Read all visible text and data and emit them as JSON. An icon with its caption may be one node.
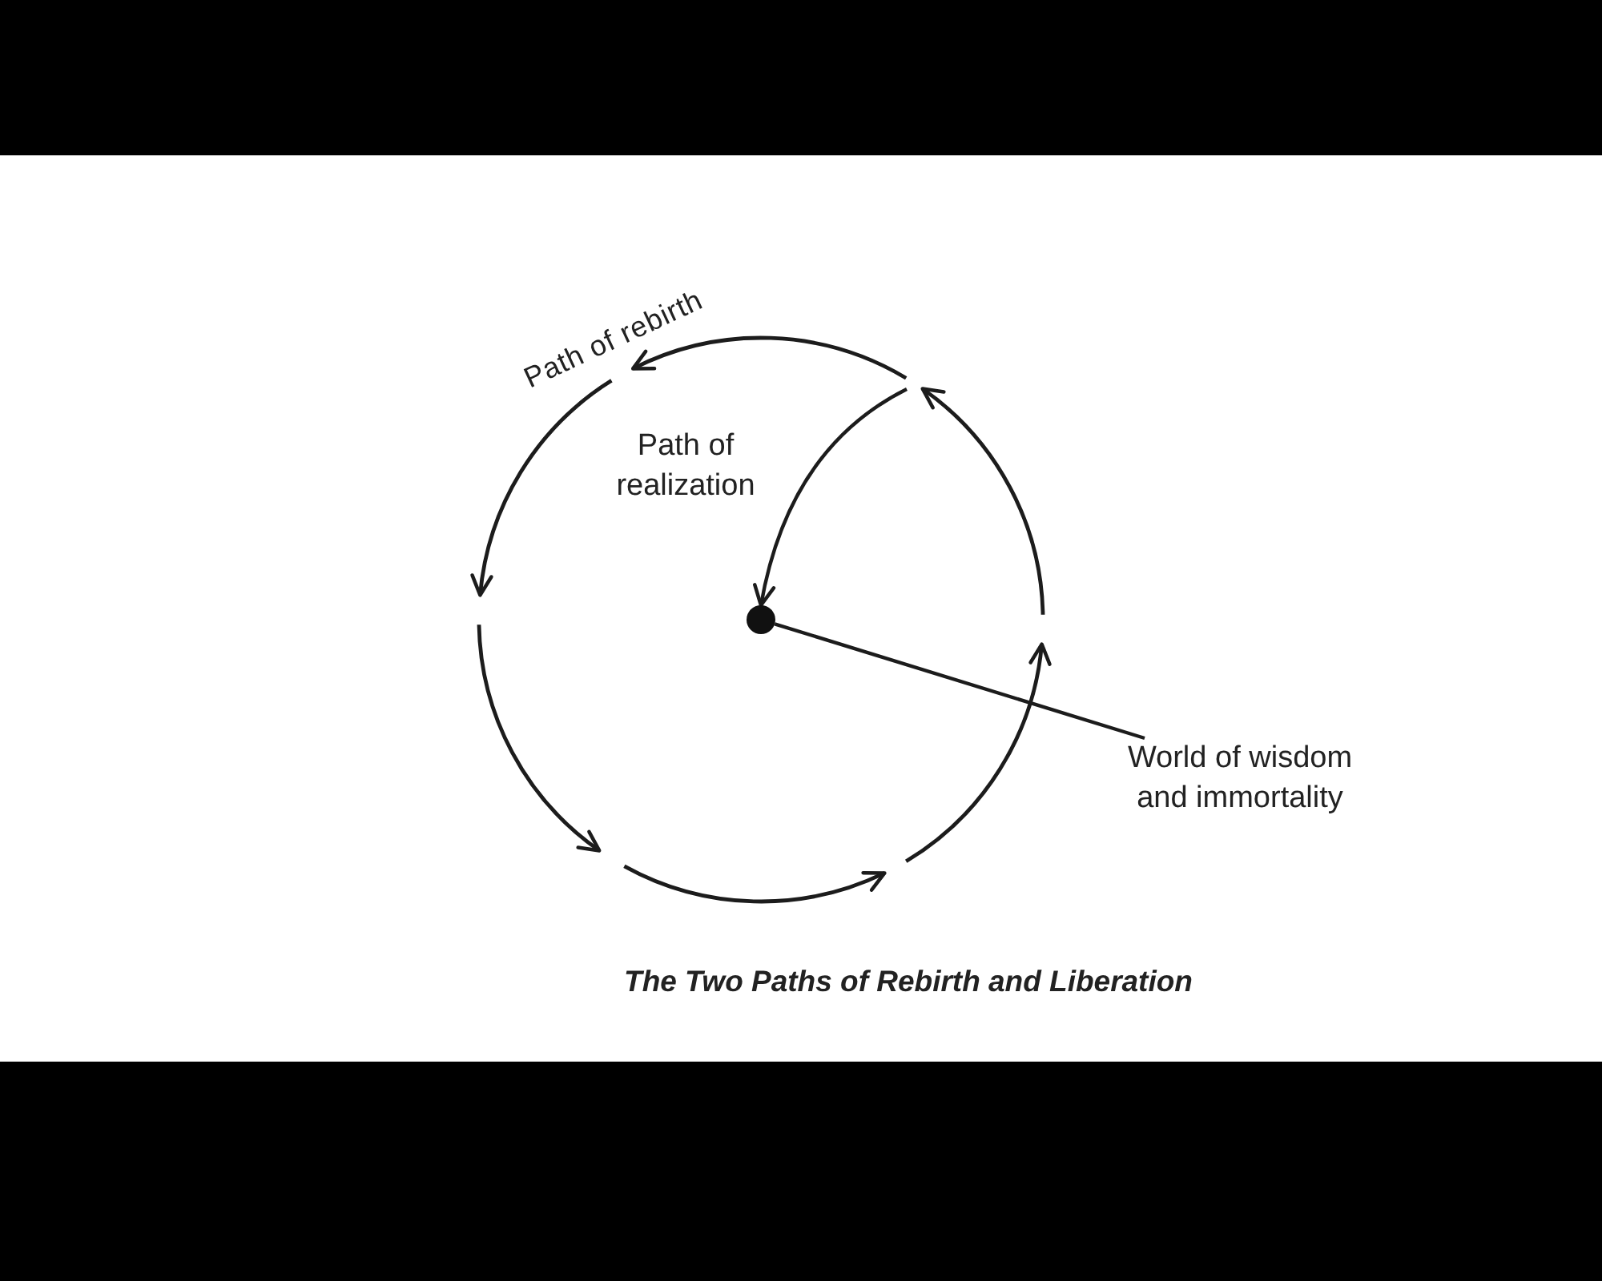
{
  "diagram": {
    "caption": "The Two Paths of Rebirth and Liberation",
    "nodes": [
      {
        "text": [],
        "shape": "circle"
      },
      {
        "text": [
          "World of wisdom and immortality"
        ]
      }
    ],
    "edges": [
      {
        "from": 1,
        "to": 0,
        "arrow": "none"
      },
      {
        "from": null,
        "to": 0,
        "arrow": "to",
        "label": "Path of realization"
      }
    ],
    "labels": [
      "Path of rebirth"
    ]
  }
}
